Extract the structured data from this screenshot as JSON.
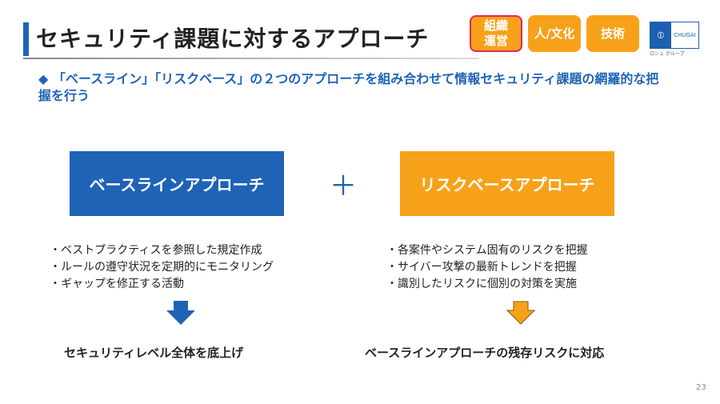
{
  "title": "セキュリティ課題に対するアプローチ",
  "tags": [
    "組織運営",
    "人/文化",
    "技術"
  ],
  "logo": {
    "name": "CHUGAI",
    "sub": "ロシュ グループ"
  },
  "lead": {
    "bullet": "◆",
    "text": "「ベースライン」「リスクベース」の２つのアプローチを組み合わせて情報セキュリティ課題の網羅的な把握を行う"
  },
  "baseline": {
    "label": "ベースラインアプローチ",
    "items": [
      "・ベストプラクティスを参照した規定作成",
      "・ルールの遵守状況を定期的にモニタリング",
      "・ギャップを修正する活動"
    ],
    "result": "セキュリティレベル全体を底上げ"
  },
  "plus": "＋",
  "risk": {
    "label": "リスクベースアプローチ",
    "items": [
      "・各案件やシステム固有のリスクを把握",
      "・サイバー攻撃の最新トレンドを把握",
      "・識別したリスクに個別の対策を実施"
    ],
    "result": "ベースラインアプローチの残存リスクに対応"
  },
  "page_number": "23"
}
